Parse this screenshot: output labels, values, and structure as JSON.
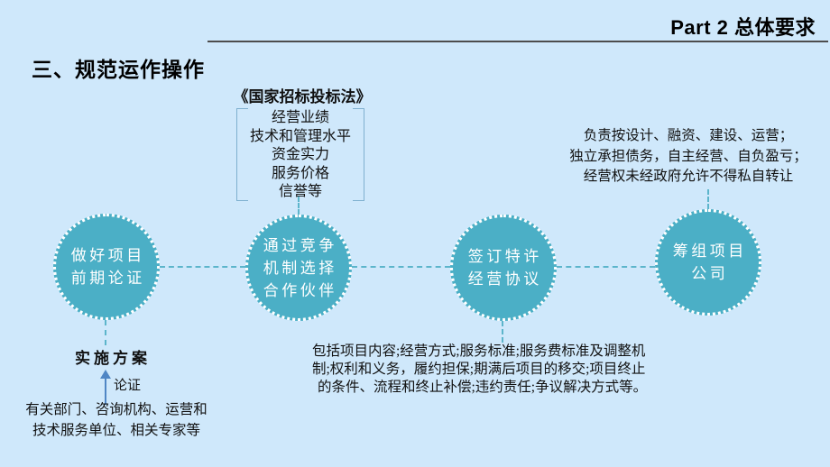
{
  "header": {
    "part_label": "Part 2 总体要求"
  },
  "title": "三、规范运作操作",
  "criteria": {
    "law_title": "《国家招标投标法》",
    "items": [
      "经营业绩",
      "技术和管理水平",
      "资金实力",
      "服务价格",
      "信誉等"
    ]
  },
  "company_note": {
    "lines": [
      "负责按设计、融资、建设、运营；",
      "独立承担债务，自主经营、自负盈亏；",
      "经营权未经政府允许不得私自转让"
    ]
  },
  "steps": [
    {
      "lines": [
        "做好项目",
        "前期论证"
      ]
    },
    {
      "lines": [
        "通过竞争",
        "机制选择",
        "合作伙伴"
      ]
    },
    {
      "lines": [
        "签订特许",
        "经营协议"
      ]
    },
    {
      "lines": [
        "筹组项目",
        "公司"
      ]
    }
  ],
  "plan": {
    "label": "实施方案",
    "arrow_label": "论证",
    "participants_lines": [
      "有关部门、咨询机构、运营和",
      "技术服务单位、相关专家等"
    ]
  },
  "agreement_note": {
    "lines": [
      "包括项目内容;经营方式;服务标准;服务费标准及调整机",
      "制;权利和义务，履约担保;期满后项目的移交;项目终止",
      "的条件、流程和终止补偿;违约责任;争议解决方式等。"
    ]
  },
  "colors": {
    "background": "#cfe8fb",
    "circle_teal": "#4bafc6",
    "dash_teal": "#5cb5cb",
    "bracket_blue": "#7fb0cf",
    "arrow_blue": "#4f86c5",
    "header_line": "#4d4d4d"
  }
}
